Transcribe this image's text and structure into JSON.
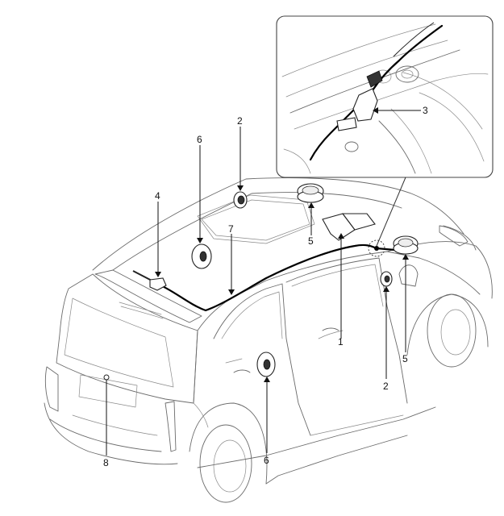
{
  "diagram": {
    "callouts": [
      {
        "id": "1",
        "text": "1"
      },
      {
        "id": "2a",
        "text": "2"
      },
      {
        "id": "2b",
        "text": "2"
      },
      {
        "id": "3",
        "text": "3"
      },
      {
        "id": "4",
        "text": "4"
      },
      {
        "id": "5a",
        "text": "5"
      },
      {
        "id": "5b",
        "text": "5"
      },
      {
        "id": "6a",
        "text": "6"
      },
      {
        "id": "6b",
        "text": "6"
      },
      {
        "id": "7",
        "text": "7"
      },
      {
        "id": "8",
        "text": "8"
      }
    ]
  }
}
